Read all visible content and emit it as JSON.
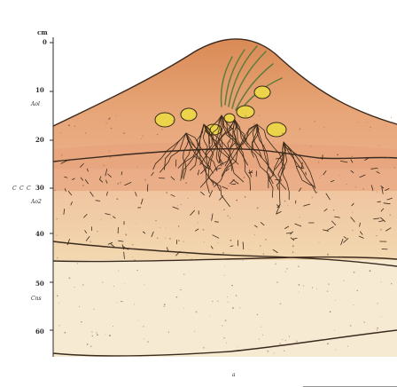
{
  "scale": {
    "unit": "cm",
    "ticks": [
      "0",
      "10",
      "20",
      "30",
      "40",
      "50",
      "60"
    ],
    "tick_values": [
      0,
      10,
      20,
      30,
      40,
      50,
      60
    ]
  },
  "horizons": [
    "Aol",
    "Ao2",
    "C",
    "C",
    "C",
    "Cns"
  ],
  "figure_note": "a",
  "colors": {
    "mound_top": "#d98a55",
    "mound_mid": "#e7a577",
    "layer_pink": "#eebb98",
    "layer_sand": "#f2d8b0",
    "layer_pale": "#f7ead2",
    "grass": "#5e7c3c",
    "root": "#3a2a1a",
    "nodule": "#ecd44a"
  }
}
